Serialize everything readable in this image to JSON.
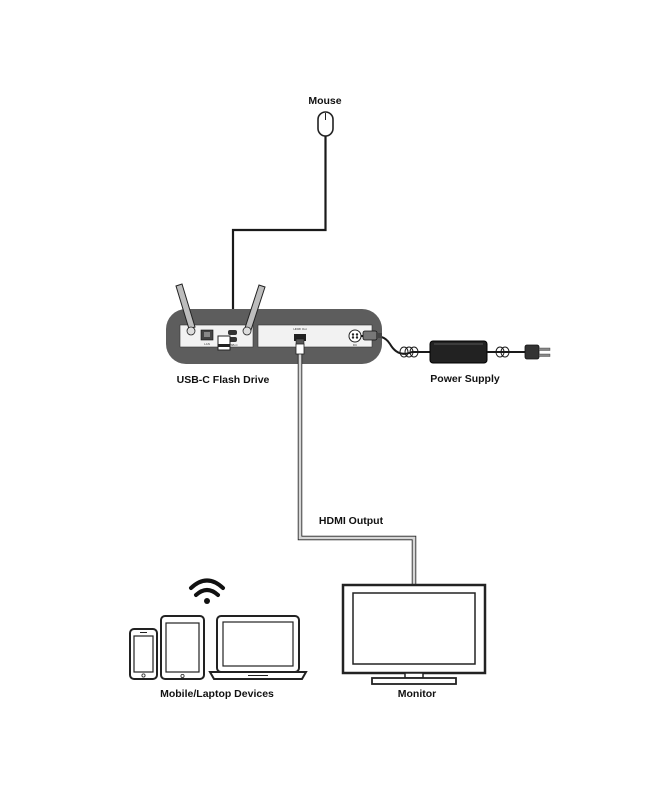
{
  "labels": {
    "mouse": "Mouse",
    "usb_flash_drive": "USB-C Flash Drive",
    "power_supply": "Power Supply",
    "hdmi_output": "HDMI Output",
    "mobile_laptop": "Mobile/Laptop Devices",
    "monitor": "Monitor"
  },
  "device_ports": {
    "lan": "LAN",
    "usb_c": "USB-C",
    "hdmi_out": "HDMI Out",
    "dc": "DC"
  },
  "colors": {
    "device_body": "#5d5d5d",
    "panel": "#f2f2f2",
    "cable_dark": "#1a1a1a",
    "hdmi_cable": "#c8c8c8",
    "outline": "#222222"
  },
  "icons": [
    "mouse-icon",
    "antenna-icon",
    "usb-flash-drive-icon",
    "power-adapter-icon",
    "power-plug-icon",
    "wifi-icon",
    "smartphone-icon",
    "tablet-icon",
    "laptop-icon",
    "monitor-icon"
  ]
}
